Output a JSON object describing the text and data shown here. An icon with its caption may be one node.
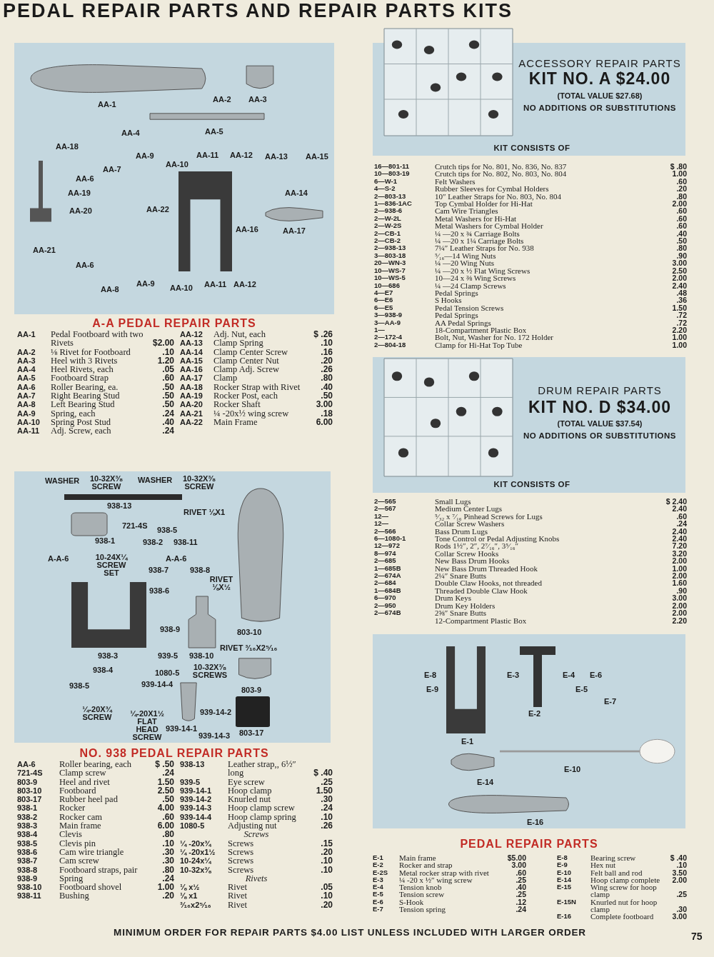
{
  "diagram": {
    "title": "PEDAL REPAIR PARTS AND REPAIR PARTS KITS",
    "caption": "MINIMUM ORDER FOR REPAIR PARTS $4.00 LIST UNLESS INCLUDED WITH LARGER ORDER",
    "labels": [
      "AA-1",
      "AA-2",
      "AA-3",
      "AA-4",
      "AA-5",
      "AA-18",
      "AA-9",
      "AA-10",
      "AA-11",
      "AA-12",
      "AA-13",
      "AA-15",
      "AA-7",
      "AA-6",
      "AA-19",
      "AA-14",
      "AA-20",
      "AA-22",
      "AA-16",
      "AA-17",
      "AA-21",
      "AA-6",
      "AA-8",
      "AA-9",
      "AA-10",
      "AA-11",
      "AA-12",
      "A-A PEDAL REPAIR PARTS",
      "AA-1",
      "Pedal Footboard with two Rivets",
      "$2.00",
      "AA-2",
      "⅛ Rivet for Footboard",
      ".10",
      "AA-3",
      "Heel with 3 Rivets",
      "1.20",
      "AA-4",
      "Heel Rivets, each",
      ".05",
      "AA-5",
      "Footboard Strap",
      ".60",
      "AA-6",
      "Roller Bearing, ea.",
      ".50",
      "AA-7",
      "Right Bearing Stud",
      ".50",
      "AA-8",
      "Left Bearing Stud",
      ".50",
      "AA-9",
      "Spring, each",
      ".24",
      "AA-10",
      "Spring Post Stud",
      ".40",
      "AA-11",
      "Adj. Screw, each",
      ".24",
      "AA-12",
      "Adj. Nut, each",
      "$ .26",
      "AA-13",
      "Clamp Spring",
      ".10",
      "AA-14",
      "Clamp Center Screw",
      ".16",
      "AA-15",
      "Clamp Center Nut",
      ".20",
      "AA-16",
      "Clamp Adj. Screw",
      ".26",
      "AA-17",
      "Clamp",
      ".80",
      "AA-18",
      "Rocker Strap with Rivet",
      ".40",
      "AA-19",
      "Rocker Post, each",
      ".50",
      "AA-20",
      "Rocker Shaft",
      "3.00",
      "AA-21",
      "¼ -20x½ wing screw",
      ".18",
      "AA-22",
      "Main Frame",
      "6.00",
      "WASHER",
      "10-32X³⁄₈ SCREW",
      "WASHER",
      "10-32X³⁄₈ SCREW",
      "938-13",
      "RIVET ⅛X1",
      "721-4S",
      "938-5",
      "938-1",
      "938-2",
      "938-11",
      "A-A-6",
      "10-24X¼ SCREW SET",
      "A-A-6",
      "938-7",
      "938-8",
      "RIVET ⅛X½",
      "938-6",
      "938-9",
      "803-10",
      "RIVET ³⁄₁₆X2⁵⁄₁₆",
      "938-3",
      "939-5",
      "938-10",
      "10-32X³⁄₈ SCREWS",
      "938-4",
      "1080-5",
      "938-5",
      "939-14-4",
      "803-9",
      "¼-20X¾ SCREW",
      "939-14-2",
      "¼-20X1½ FLAT HEAD SCREW",
      "939-14-1",
      "803-17",
      "939-14-3",
      "NO. 938 PEDAL REPAIR PARTS",
      "AA-6",
      "Roller bearing, each",
      "$ .50",
      "721-4S",
      "Clamp screw",
      ".24",
      "803-9",
      "Heel and rivet",
      "1.50",
      "803-10",
      "Footboard",
      "2.50",
      "803-17",
      "Rubber heel pad",
      ".50",
      "938-1",
      "Rocker",
      "4.00",
      "938-2",
      "Rocker cam",
      ".60",
      "938-3",
      "Main frame",
      "6.00",
      "938-4",
      "Clevis",
      ".80",
      "938-5",
      "Clevis pin",
      ".10",
      "938-6",
      "Cam wire triangle",
      ".30",
      "938-7",
      "Cam screw",
      ".30",
      "938-8",
      "Footboard straps, pair",
      ".80",
      "938-9",
      "Spring",
      ".24",
      "938-10",
      "Footboard shovel",
      "1.00",
      "938-11",
      "Bushing",
      ".20",
      "938-13",
      "Leather strap,, 6½″ long",
      "$ .40",
      "939-5",
      "Eye screw",
      ".25",
      "939-14-1",
      "Hoop clamp",
      "1.50",
      "939-14-2",
      "Knurled nut",
      ".30",
      "939-14-3",
      "Hoop clamp screw",
      ".24",
      "939-14-4",
      "Hoop clamp spring",
      ".10",
      "1080-5",
      "Adjusting nut",
      ".26",
      "Screws",
      "¼ -20x¾",
      "Screws",
      ".15",
      "¼ -20x1½",
      "Screws",
      ".20",
      "10-24x¼",
      "Screws",
      ".10",
      "10-32x⅜",
      "Screws",
      ".10",
      "Rivets",
      "⅛ x½",
      "Rivet",
      ".05",
      "⅛ x1",
      "Rivet",
      ".10",
      "³⁄₁₆x2⁵⁄₁₆",
      "Rivet",
      ".20",
      "ACCESSORY REPAIR PARTS",
      "KIT NO. A $24.00",
      "(TOTAL VALUE $27.68)",
      "NO ADDITIONS OR SUBSTITUTIONS",
      "KIT CONSISTS OF",
      "16—801-11",
      "Crutch tips for No. 801, No. 836, No. 837",
      "$ .80",
      "10—803-19",
      "Crutch tips for No. 802, No. 803, No. 804",
      "1.00",
      "6—W-1",
      "Felt Washers",
      ".60",
      "4—S-2",
      "Rubber Sleeves for Cymbal Holders",
      ".20",
      "2—803-13",
      "10″ Leather Straps for No. 803, No. 804",
      ".80",
      "1—836-1AC",
      "Top Cymbal Holder for Hi-Hat",
      "2.00",
      "2—938-6",
      "Cam Wire Triangles",
      ".60",
      "2—W-2L",
      "Metal Washers for Hi-Hat",
      ".60",
      "2—W-2S",
      "Metal Washers for Cymbal Holder",
      ".60",
      "2—CB-1",
      "¼ —20 x ¾ Carriage Bolts",
      ".40",
      "2—CB-2",
      "¼ —20 x 1¼ Carriage Bolts",
      ".50",
      "2—938-13",
      "7¼″ Leather Straps for No. 938",
      ".80",
      "3—803-18",
      "⁵⁄₁₆—14 Wing Nuts",
      ".90",
      "20—WN-3",
      "¼ —20 Wing Nuts",
      "3.00",
      "10—WS-7",
      "¼ —20 x ½ Flat Wing Screws",
      "2.50",
      "10—WS-5",
      "10—24 x ⅜ Wing Screws",
      "2.00",
      "10—686",
      "¼ —24 Clamp Screws",
      "2.40",
      "4—E7",
      "Pedal Springs",
      ".48",
      "6—E6",
      "S Hooks",
      ".36",
      "6—E5",
      "Pedal Tension Screws",
      "1.50",
      "3—938-9",
      "Pedal Springs",
      ".72",
      "3—AA-9",
      "AA Pedal Springs",
      ".72",
      "1—",
      "18-Compartment Plastic Box",
      "2.20",
      "2—172-4",
      "Bolt, Nut, Washer for No. 172 Holder",
      "1.00",
      "2—804-18",
      "Clamp for Hi-Hat Top Tube",
      "1.00",
      "DRUM REPAIR PARTS",
      "KIT NO. D $34.00",
      "(TOTAL VALUE $37.54)",
      "NO ADDITIONS OR SUBSTITUTIONS",
      "KIT CONSISTS OF",
      "2—565",
      "Small Lugs",
      "$ 2.40",
      "2—567",
      "Medium Center Lugs",
      "2.40",
      "12—",
      "⁵⁄₃₂ x ⁷⁄₁₆ Pinhead Screws for Lugs",
      ".60",
      "12—",
      "Collar Screw Washers",
      ".24",
      "2—566",
      "Bass Drum Lugs",
      "2.40",
      "6—1080-1",
      "Tone Control or Pedal Adjusting Knobs",
      "2.40",
      "12—972",
      "Rods 1½″, 2″, 2⁷⁄₁₆″, 3⁵⁄₁₆″",
      "7.20",
      "8—974",
      "Collar Screw Hooks",
      "3.20",
      "2—685",
      "New Bass Drum Hooks",
      "2.00",
      "1—685B",
      "New Bass Drum Threaded Hook",
      "1.00",
      "2—674A",
      "2¼″ Snare Butts",
      "2.00",
      "2—684",
      "Double Claw Hooks, not threaded",
      "1.60",
      "1—684B",
      "Threaded Double Claw Hook",
      ".90",
      "6—970",
      "Drum Keys",
      "3.00",
      "2—950",
      "Drum Key Holders",
      "2.00",
      "2—674B",
      "2⅝″ Snare Butts",
      "2.00",
      "12-Compartment Plastic Box",
      "2.20",
      "E-8",
      "E-3",
      "E-4",
      "E-6",
      "E-9",
      "E-5",
      "E-7",
      "E-2",
      "E-1",
      "E-10",
      "E-14",
      "E-16",
      "PEDAL REPAIR PARTS",
      "E-1",
      "Main frame",
      "$5.00",
      "E-2",
      "Rocker and strap",
      "3.00",
      "E-2S",
      "Metal rocker strap with rivet",
      ".60",
      "E-3",
      "¼ -20 x ½″ wing screw",
      ".25",
      "E-4",
      "Tension knob",
      ".40",
      "E-5",
      "Tension screw",
      ".25",
      "E-6",
      "S-Hook",
      ".12",
      "E-7",
      "Tension spring",
      ".24",
      "E-8",
      "Bearing screw",
      "$ .40",
      "E-9",
      "Hex nut",
      ".10",
      "E-10",
      "Felt ball and rod",
      "3.50",
      "E-14",
      "Hoop clamp complete",
      "2.00",
      "E-15",
      "Wing screw for hoop clamp",
      ".25",
      "E-15N",
      "Knurled nut for hoop clamp",
      ".30",
      "E-16",
      "Complete footboard",
      "3.00",
      "75"
    ]
  }
}
